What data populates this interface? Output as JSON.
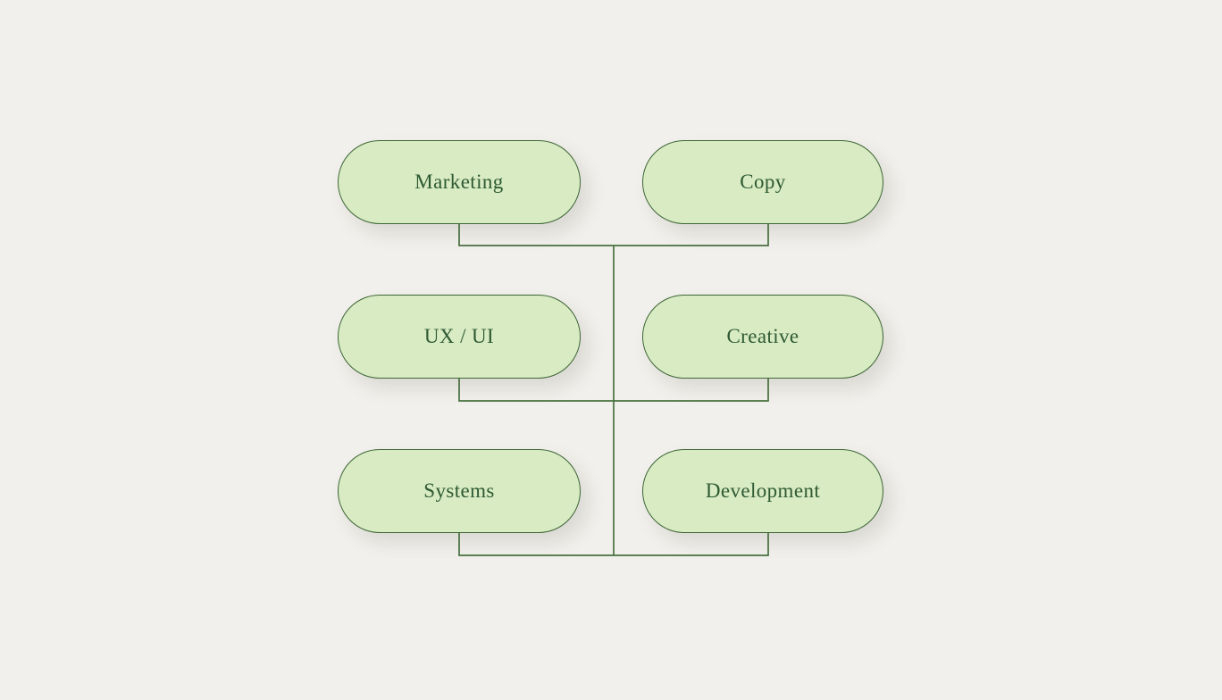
{
  "diagram": {
    "nodes": [
      {
        "id": "marketing",
        "label": "Marketing"
      },
      {
        "id": "copy",
        "label": "Copy"
      },
      {
        "id": "ux-ui",
        "label": "UX / UI"
      },
      {
        "id": "creative",
        "label": "Creative"
      },
      {
        "id": "systems",
        "label": "Systems"
      },
      {
        "id": "development",
        "label": "Development"
      }
    ],
    "connectors": {
      "style": "orthogonal",
      "pairs": [
        [
          "marketing",
          "copy"
        ],
        [
          "ux-ui",
          "creative"
        ],
        [
          "systems",
          "development"
        ]
      ],
      "central_spine": true
    }
  },
  "colors": {
    "background": "#f2f0ec",
    "node-fill": "#d8ebc3",
    "node-border": "#3d6636",
    "node-text": "#2e5a33",
    "connector": "#47713f"
  }
}
